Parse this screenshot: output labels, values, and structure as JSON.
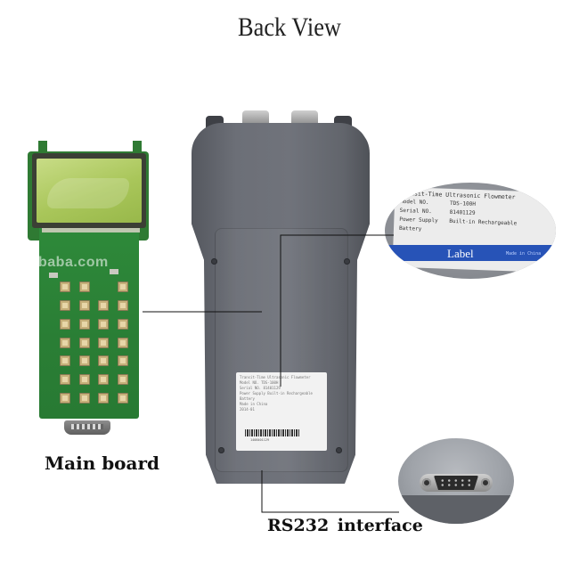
{
  "title": "Back View",
  "captions": {
    "main_board": "Main board",
    "rs232": "RS232 interface"
  },
  "watermark": "baba.com",
  "label_zoom": {
    "header": "Transit-Time Ultrasonic Flowmeter",
    "rows": [
      {
        "key": "Model NO.",
        "value": "TDS-100H"
      },
      {
        "key": "Serial NO.",
        "value": "81401129"
      },
      {
        "key": "Power Supply",
        "value": "Built-in Rechargeable"
      },
      {
        "key": "Battery",
        "value": ""
      }
    ],
    "band_label": "Label",
    "made_in": "Made in China"
  },
  "device_sticker": {
    "header": "Transit-Time Ultrasonic Flowmeter",
    "rows": [
      "Model NO.     TDS-100H",
      "Serial NO.    81401129",
      "Power Supply  Built-in Rechargeable",
      "Battery",
      "              Made in China",
      "              2014-01"
    ],
    "barcode_number": "1408401129"
  }
}
